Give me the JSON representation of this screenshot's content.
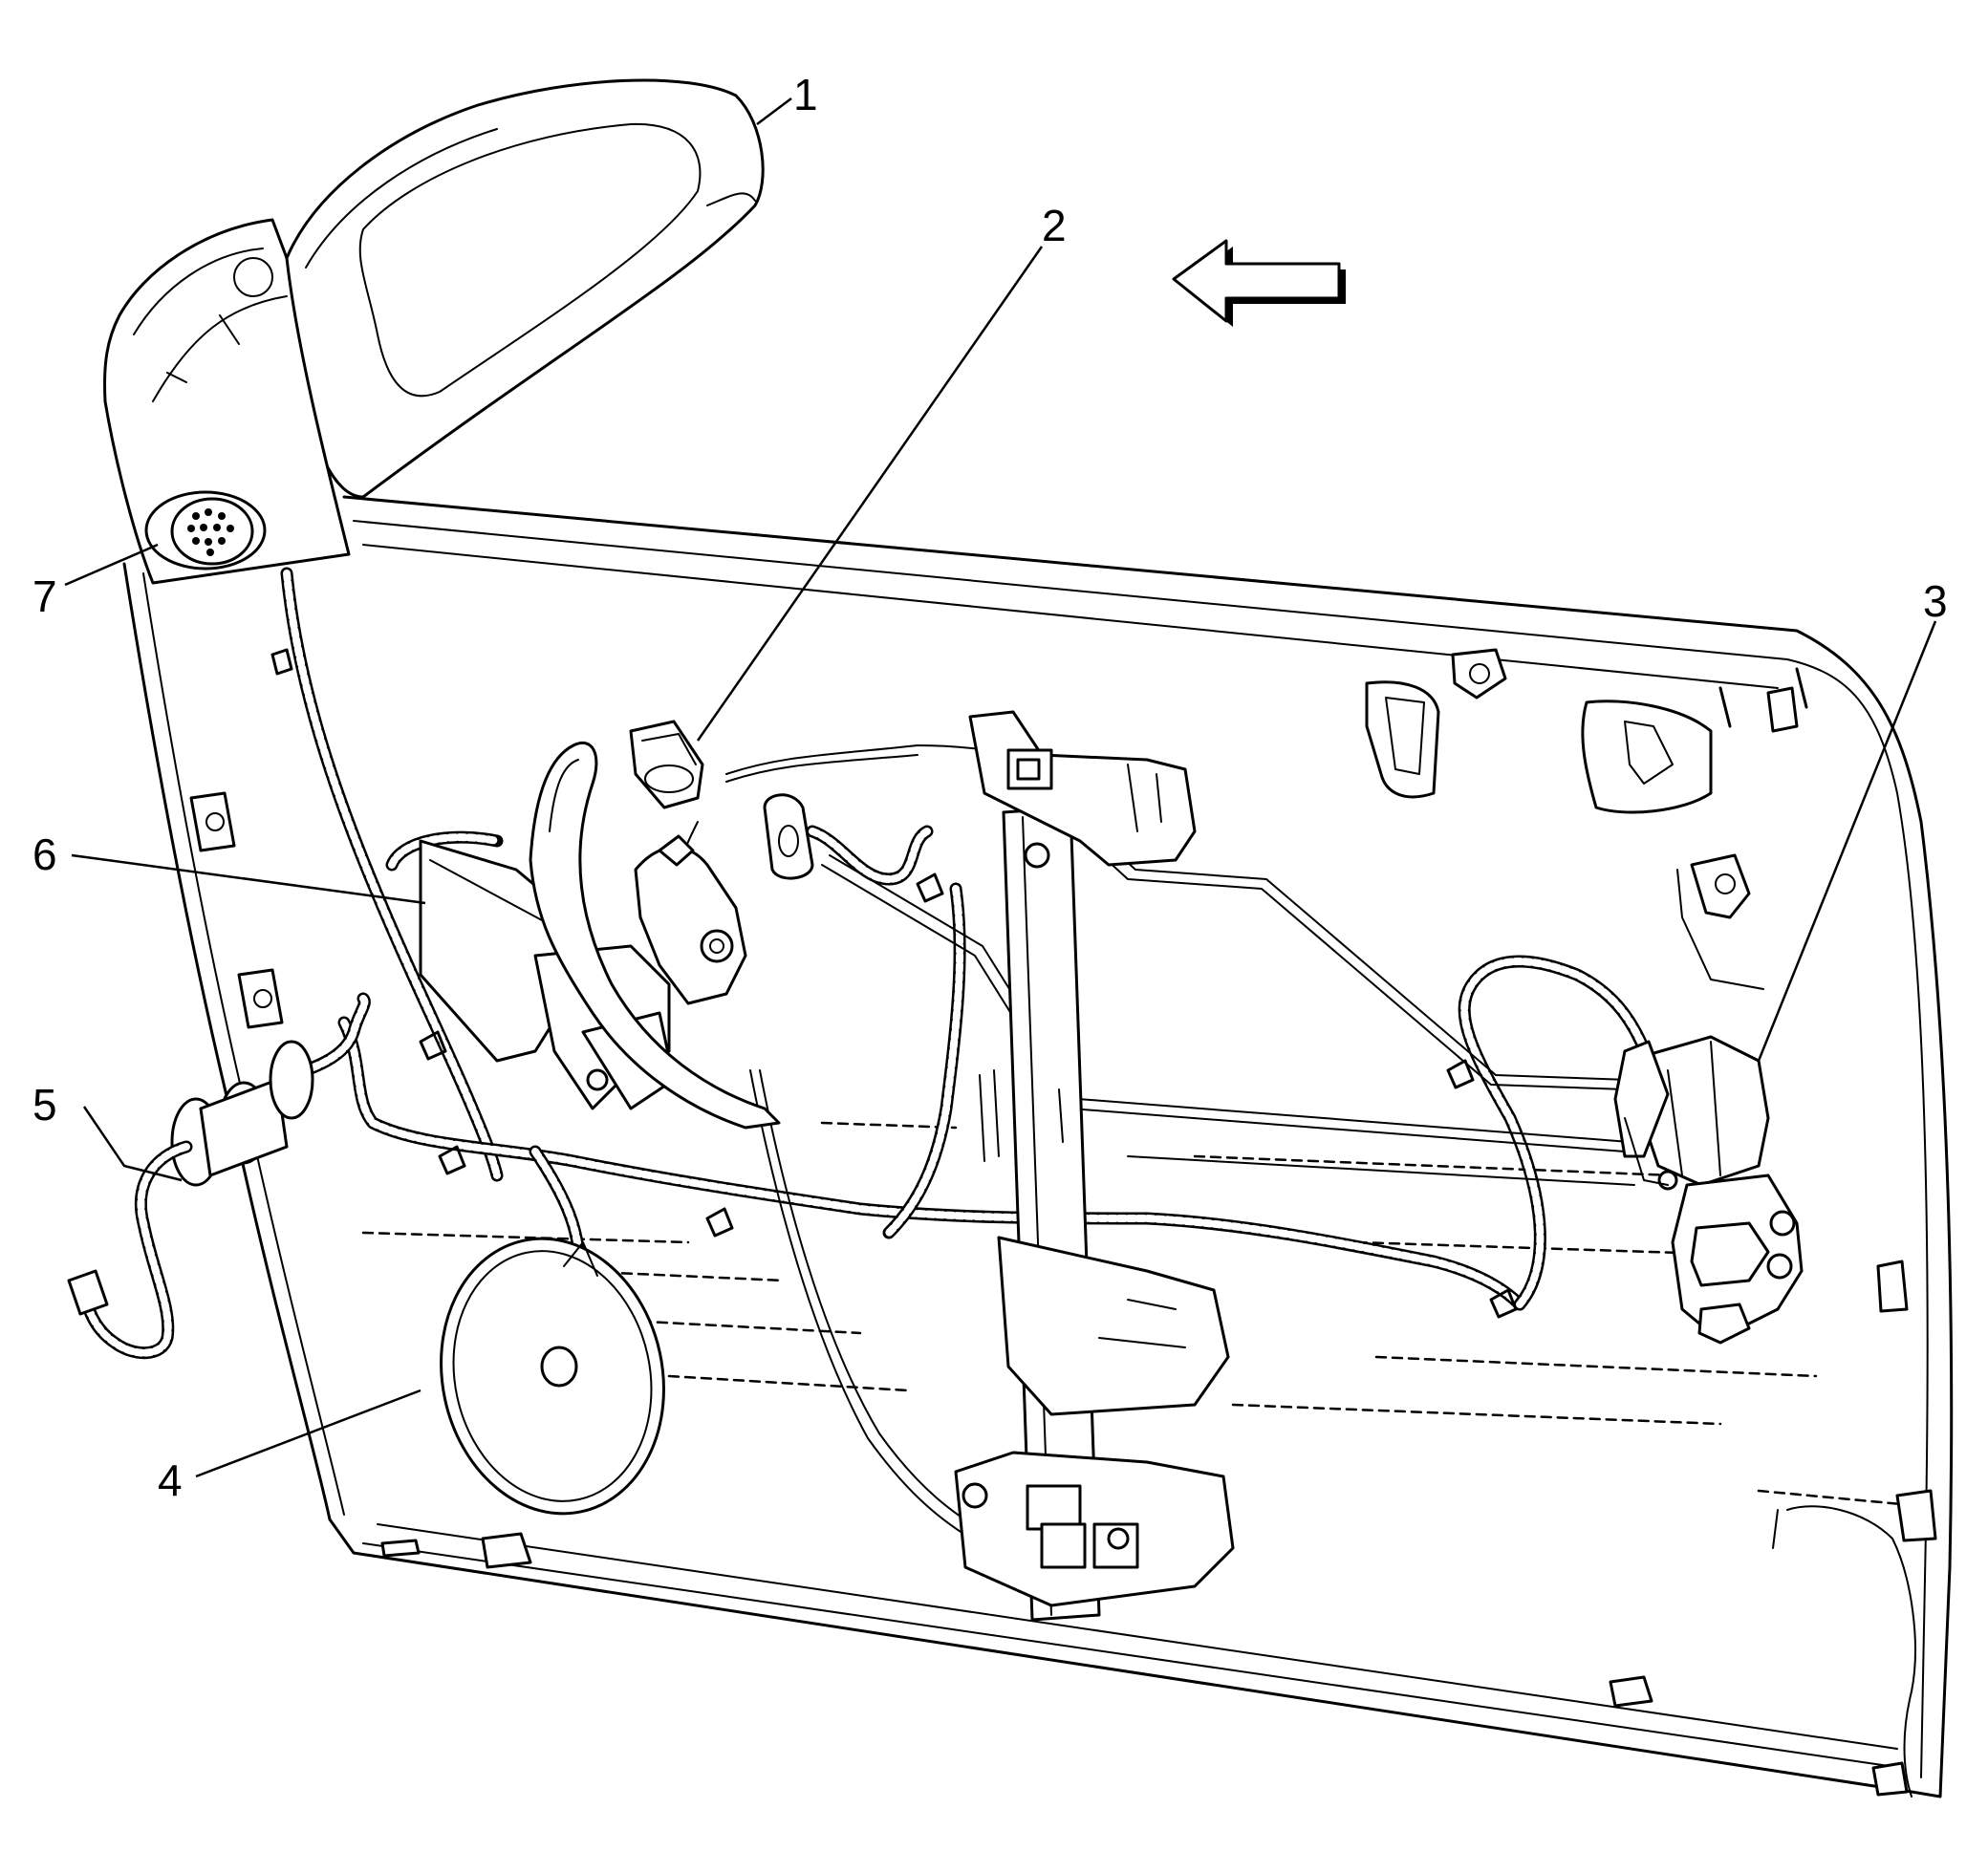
{
  "callouts": [
    {
      "id": "1",
      "label": "1"
    },
    {
      "id": "2",
      "label": "2"
    },
    {
      "id": "3",
      "label": "3"
    },
    {
      "id": "4",
      "label": "4"
    },
    {
      "id": "5",
      "label": "5"
    },
    {
      "id": "6",
      "label": "6"
    },
    {
      "id": "7",
      "label": "7"
    }
  ],
  "icons": [
    "arrow-left-icon"
  ]
}
